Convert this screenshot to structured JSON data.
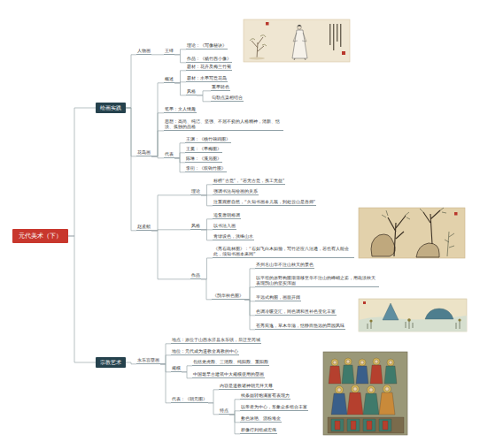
{
  "diagram": {
    "nodes": [
      {
        "text": [
          "元代美术（下）"
        ]
      },
      {
        "text": [
          "绘画实践"
        ]
      },
      {
        "text": [
          "人物画"
        ]
      },
      {
        "text": [
          "王绎"
        ]
      },
      {
        "text": [
          "理论：《写像秘诀》"
        ]
      },
      {
        "text": [
          "作品：《杨竹西小像》"
        ]
      },
      {
        "text": [
          "花鸟画"
        ]
      },
      {
        "text": [
          "概述"
        ]
      },
      {
        "text": [
          "题材：花卉及梅兰竹菊"
        ]
      },
      {
        "text": [
          "题材：水墨写意花鸟"
        ]
      },
      {
        "text": [
          "风格"
        ]
      },
      {
        "text": [
          "重墨轻色"
        ]
      },
      {
        "text": [
          "勾勒点染相结合"
        ]
      },
      {
        "text": [
          "笔墨：文人情趣"
        ]
      },
      {
        "text": [
          "思想：高尚、纯洁、坚强、不屈不挠的人格精神，清新、恬淡、孤独的品格"
        ]
      },
      {
        "text": [
          "代表"
        ]
      },
      {
        "text": [
          "王渊：《桃竹锦鸡图》"
        ]
      },
      {
        "text": [
          "王冕：《墨梅图》"
        ]
      },
      {
        "text": [
          "陈琳：《溪凫图》"
        ]
      },
      {
        "text": [
          "李衎：《双钩竹图》"
        ]
      },
      {
        "text": [
          "赵孟頫"
        ]
      },
      {
        "text": [
          "理论"
        ]
      },
      {
        "text": [
          "标榜“古意”，“若无古意，虽工无益”"
        ]
      },
      {
        "text": [
          "强调书法与绘画的关系"
        ]
      },
      {
        "text": [
          "注重观察自然，“久知书画本儿戏，到处云山是吾师”"
        ]
      },
      {
        "text": [
          "风格"
        ]
      },
      {
        "text": [
          "追复唐朝格调"
        ]
      },
      {
        "text": [
          "以书法入画"
        ]
      },
      {
        "text": [
          "青绿设色，浅绛山水"
        ]
      },
      {
        "text": [
          "作品"
        ]
      },
      {
        "text": [
          "《秀石疏林图》：“石如飞白木如籀，写竹还应八法通，若也有人能会此，须知书画本来同”"
        ]
      },
      {
        "text": [
          "《鹊华秋色图》"
        ]
      },
      {
        "text": [
          "齐州名山华不注山秋天的景色"
        ]
      },
      {
        "text": [
          "以平坦的原野构图渐渐移至华不注山的峰峭之姿，用疏淡秋天表现鹊山的坚实浑圆"
        ]
      },
      {
        "text": [
          "平远式构图，画面开阔"
        ]
      },
      {
        "text": [
          "色调冷暖交汇，同色调和且补色变化丰富"
        ]
      },
      {
        "text": [
          "苍秀简逸，草木华滋，恬静而悠远的田园风味"
        ]
      },
      {
        "text": [
          "宗教艺术"
        ]
      },
      {
        "text": [
          "永乐宫壁画"
        ]
      },
      {
        "text": [
          "地点：原位于山西永济县永乐镇，后迁至芮城"
        ]
      },
      {
        "text": [
          "地位：元代成为道教全真教的中心"
        ]
      },
      {
        "text": [
          "规模"
        ]
      },
      {
        "text": [
          "包括龙虎殿、三清殿、纯阳殿、重阳殿"
        ]
      },
      {
        "text": [
          "中国最早古建筑中大规模使用的壁画"
        ]
      },
      {
        "text": [
          "代表：《朝元图》"
        ]
      },
      {
        "text": [
          "内容是道教诸神朝元拜天尊"
        ]
      },
      {
        "text": [
          "特点"
        ]
      },
      {
        "text": [
          "线条圆转饱满富有表现力"
        ]
      },
      {
        "text": [
          "以帝君为中心，形象众多组合丰富"
        ]
      },
      {
        "text": [
          "敷色浓艳、沥粉堆金"
        ]
      },
      {
        "text": [
          "群像行列组成宏伟"
        ]
      }
    ],
    "edges": [
      {
        "from": 0,
        "to": 1,
        "arrow": "none"
      },
      {
        "from": 1,
        "to": 2,
        "arrow": "none"
      },
      {
        "from": 2,
        "to": 3,
        "arrow": "none"
      },
      {
        "from": 3,
        "to": 4,
        "arrow": "none"
      },
      {
        "from": 3,
        "to": 5,
        "arrow": "none"
      },
      {
        "from": 1,
        "to": 6,
        "arrow": "none"
      },
      {
        "from": 6,
        "to": 7,
        "arrow": "none"
      },
      {
        "from": 7,
        "to": 8,
        "arrow": "none"
      },
      {
        "from": 7,
        "to": 9,
        "arrow": "none"
      },
      {
        "from": 7,
        "to": 10,
        "arrow": "none"
      },
      {
        "from": 10,
        "to": 11,
        "arrow": "none"
      },
      {
        "from": 10,
        "to": 12,
        "arrow": "none"
      },
      {
        "from": 6,
        "to": 13,
        "arrow": "none"
      },
      {
        "from": 6,
        "to": 14,
        "arrow": "none"
      },
      {
        "from": 6,
        "to": 15,
        "arrow": "none"
      },
      {
        "from": 15,
        "to": 16,
        "arrow": "none"
      },
      {
        "from": 15,
        "to": 17,
        "arrow": "none"
      },
      {
        "from": 15,
        "to": 18,
        "arrow": "none"
      },
      {
        "from": 15,
        "to": 19,
        "arrow": "none"
      },
      {
        "from": 1,
        "to": 20,
        "arrow": "none"
      },
      {
        "from": 20,
        "to": 21,
        "arrow": "none"
      },
      {
        "from": 21,
        "to": 22,
        "arrow": "none"
      },
      {
        "from": 21,
        "to": 23,
        "arrow": "none"
      },
      {
        "from": 21,
        "to": 24,
        "arrow": "none"
      },
      {
        "from": 20,
        "to": 25,
        "arrow": "none"
      },
      {
        "from": 25,
        "to": 26,
        "arrow": "none"
      },
      {
        "from": 25,
        "to": 27,
        "arrow": "none"
      },
      {
        "from": 25,
        "to": 28,
        "arrow": "none"
      },
      {
        "from": 20,
        "to": 29,
        "arrow": "none"
      },
      {
        "from": 29,
        "to": 30,
        "arrow": "none"
      },
      {
        "from": 29,
        "to": 31,
        "arrow": "none"
      },
      {
        "from": 31,
        "to": 32,
        "arrow": "none"
      },
      {
        "from": 31,
        "to": 33,
        "arrow": "none"
      },
      {
        "from": 31,
        "to": 34,
        "arrow": "none"
      },
      {
        "from": 31,
        "to": 35,
        "arrow": "none"
      },
      {
        "from": 31,
        "to": 36,
        "arrow": "none"
      },
      {
        "from": 0,
        "to": 37,
        "arrow": "none"
      },
      {
        "from": 37,
        "to": 38,
        "arrow": "none"
      },
      {
        "from": 38,
        "to": 39,
        "arrow": "none"
      },
      {
        "from": 38,
        "to": 40,
        "arrow": "none"
      },
      {
        "from": 38,
        "to": 41,
        "arrow": "none"
      },
      {
        "from": 41,
        "to": 42,
        "arrow": "none"
      },
      {
        "from": 41,
        "to": 43,
        "arrow": "none"
      },
      {
        "from": 38,
        "to": 44,
        "arrow": "none"
      },
      {
        "from": 44,
        "to": 45,
        "arrow": "none"
      },
      {
        "from": 44,
        "to": 46,
        "arrow": "none"
      },
      {
        "from": 46,
        "to": 47,
        "arrow": "none"
      },
      {
        "from": 46,
        "to": 48,
        "arrow": "none"
      },
      {
        "from": 46,
        "to": 49,
        "arrow": "none"
      },
      {
        "from": 46,
        "to": 50,
        "arrow": "none"
      }
    ]
  }
}
